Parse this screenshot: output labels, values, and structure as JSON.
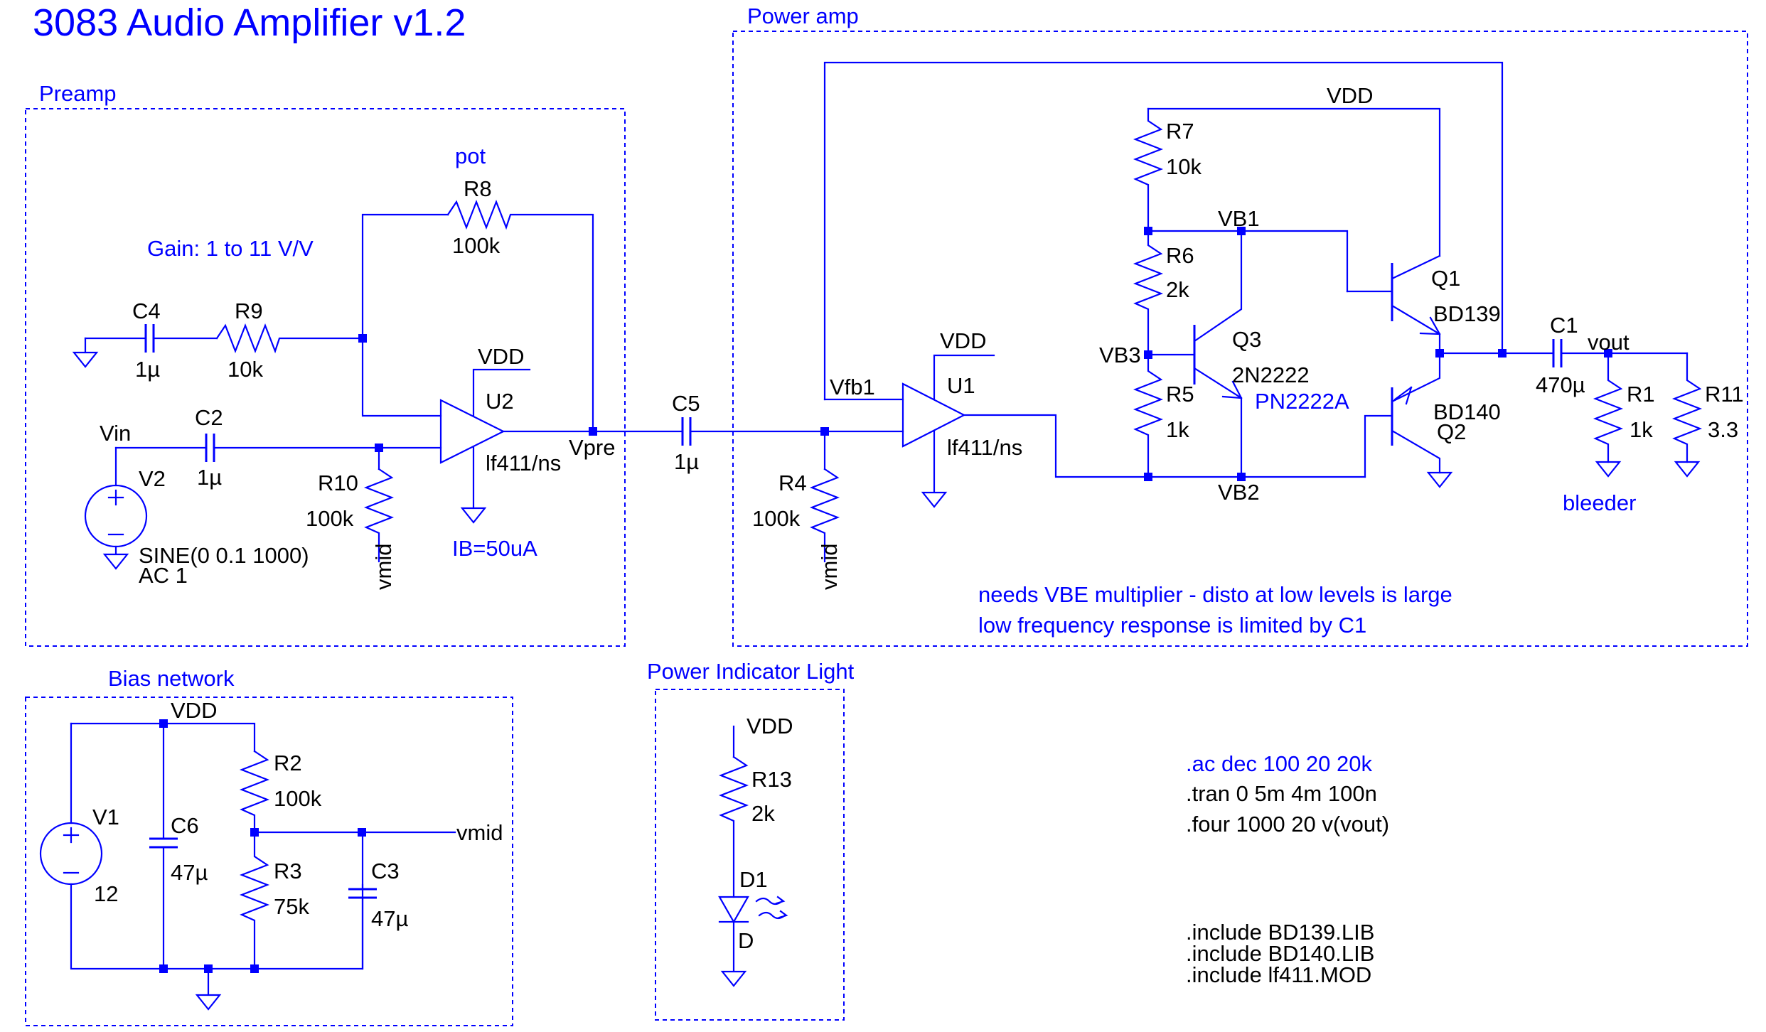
{
  "title": "3083 Audio Amplifier v1.2",
  "sections": {
    "preamp": "Preamp",
    "power_amp": "Power amp",
    "bias_network": "Bias network",
    "power_indicator": "Power Indicator Light"
  },
  "preamp": {
    "gain_note": "Gain: 1 to 11 V/V",
    "pot_note": "pot",
    "R8": {
      "name": "R8",
      "value": "100k"
    },
    "R9": {
      "name": "R9",
      "value": "10k"
    },
    "R10": {
      "name": "R10",
      "value": "100k"
    },
    "C4": {
      "name": "C4",
      "value": "1µ"
    },
    "C2": {
      "name": "C2",
      "value": "1µ"
    },
    "V2": {
      "name": "V2",
      "source": "SINE(0 0.1 1000)",
      "ac": "AC 1"
    },
    "U2": {
      "name": "U2",
      "model": "lf411/ns"
    },
    "ib_note": "IB=50uA",
    "net_vin": "Vin",
    "net_vdd": "VDD",
    "net_vmid": "vmid",
    "net_vpre": "Vpre"
  },
  "power_amp": {
    "C5": {
      "name": "C5",
      "value": "1µ"
    },
    "R4": {
      "name": "R4",
      "value": "100k"
    },
    "U1": {
      "name": "U1",
      "model": "lf411/ns"
    },
    "R7": {
      "name": "R7",
      "value": "10k"
    },
    "R6": {
      "name": "R6",
      "value": "2k"
    },
    "R5": {
      "name": "R5",
      "value": "1k"
    },
    "Q1": {
      "name": "Q1",
      "model": "BD139"
    },
    "Q2": {
      "name": "Q2",
      "model": "BD140"
    },
    "Q3": {
      "name": "Q3",
      "model": "2N2222",
      "alt": "PN2222A"
    },
    "C1": {
      "name": "C1",
      "value": "470µ"
    },
    "R1": {
      "name": "R1",
      "value": "1k"
    },
    "R11": {
      "name": "R11",
      "value": "3.3"
    },
    "bleeder_note": "bleeder",
    "net_vfb1": "Vfb1",
    "net_vdd": "VDD",
    "net_vdd_top": "VDD",
    "net_vb1": "VB1",
    "net_vb2": "VB2",
    "net_vb3": "VB3",
    "net_vout": "vout",
    "net_vmid": "vmid",
    "note1": "needs VBE multiplier - disto at low levels is large",
    "note2": "low frequency response is limited by C1"
  },
  "bias": {
    "V1": {
      "name": "V1",
      "value": "12"
    },
    "C6": {
      "name": "C6",
      "value": "47µ"
    },
    "R2": {
      "name": "R2",
      "value": "100k"
    },
    "R3": {
      "name": "R3",
      "value": "75k"
    },
    "C3": {
      "name": "C3",
      "value": "47µ"
    },
    "net_vdd": "VDD",
    "net_vmid": "vmid"
  },
  "indicator": {
    "R13": {
      "name": "R13",
      "value": "2k"
    },
    "D1": {
      "name": "D1",
      "model": "D"
    },
    "net_vdd": "VDD"
  },
  "directives": {
    "ac": ".ac dec 100 20 20k",
    "tran": ".tran 0 5m 4m 100n",
    "four": ".four 1000 20 v(vout)",
    "include1": ".include BD139.LIB",
    "include2": ".include BD140.LIB",
    "include3": ".include lf411.MOD"
  }
}
